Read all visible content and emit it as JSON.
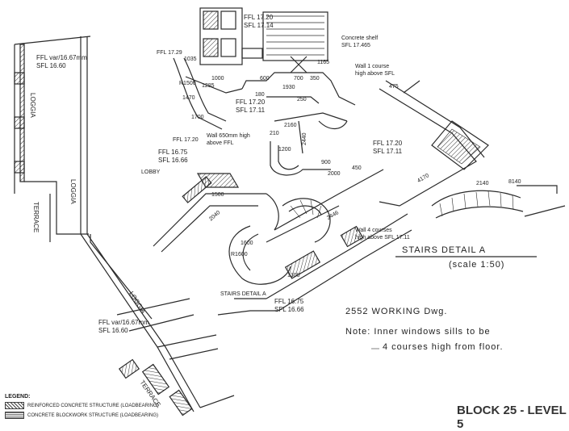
{
  "drawing": {
    "block_title": "BLOCK 25 - LEVEL 5",
    "working_dwg": "2552 WORKING Dwg.",
    "note_line1": "Note: Inner windows sills to be",
    "note_line2": "4 courses high from floor.",
    "detail_title": "STAIRS DETAIL A",
    "detail_scale": "(scale 1:50)",
    "stairs_label": "STAIRS DETAIL A"
  },
  "legend": {
    "heading": "LEGEND:",
    "items": [
      {
        "text": "REINFORCED CONCRETE STRUCTURE (LOADBEARING)",
        "pattern": "hatch"
      },
      {
        "text": "CONCRETE BLOCKWORK STRUCTURE (LOADBEARING)",
        "pattern": "dots"
      }
    ]
  },
  "room_labels": {
    "loggia_left": "LOGGIA",
    "terrace_left": "TERRACE",
    "loggia_lower_left": "LOGGIA",
    "loggia_lower": "LOGGIA",
    "terrace_bottom": "TERRACE",
    "lobby": "LOBBY"
  },
  "level_labels": {
    "top_stair_ffl": "FFL 17.20",
    "top_stair_sfl": "SFL 17.14",
    "conc_shelf": "Concrete shelf",
    "conc_shelf_sfl": "SFL 17.465",
    "left_ffl": "FFL var/16.67mm",
    "left_sfl": "SFL 16.60",
    "ffl_1729": "FFL 17.29",
    "center_ffl": "FFL 17.20",
    "center_sfl": "SFL 17.11",
    "mid_ffl": "FFL 16.75",
    "mid_sfl": "SFL 16.66",
    "right_ffl": "FFL 17.20",
    "right_sfl": "SFL 17.11",
    "ffl_1720_b": "FFL 17.20",
    "lower_ffl": "FFL 16.75",
    "lower_sfl": "SFL 16.66",
    "bottom_ffl": "FFL var/16.67mm",
    "bottom_sfl": "SFL 16.60"
  },
  "wall_notes": {
    "wall_1_course": "Wall 1 course",
    "wall_1_course_b": "high above SFL",
    "wall_650": "Wall 650mm high",
    "wall_650_b": "above FFL",
    "wall_4_courses": "Wall 4 courses",
    "wall_4_courses_b": "high above SFL 17.11"
  },
  "dimensions": {
    "d1165": "1165",
    "d700": "700",
    "d350": "350",
    "d1035": "1035",
    "d1930": "1930",
    "d1000": "1000",
    "d1285": "1285",
    "d1700": "1700",
    "d2160": "2160",
    "d1200": "1200",
    "d2440": "2440",
    "d2000": "2000",
    "d450": "450",
    "d2140": "2140",
    "d2040": "2040",
    "d1600": "1600",
    "d2446": "2446",
    "d4170": "4170",
    "d8140": "8140",
    "d475": "475",
    "d180": "180",
    "d600": "600",
    "d210": "210",
    "d250": "250",
    "d900": "900",
    "d1500": "1500",
    "d1300": "1300",
    "dR1500": "R1500",
    "dR1600": "R1600",
    "d1470": "1470"
  }
}
